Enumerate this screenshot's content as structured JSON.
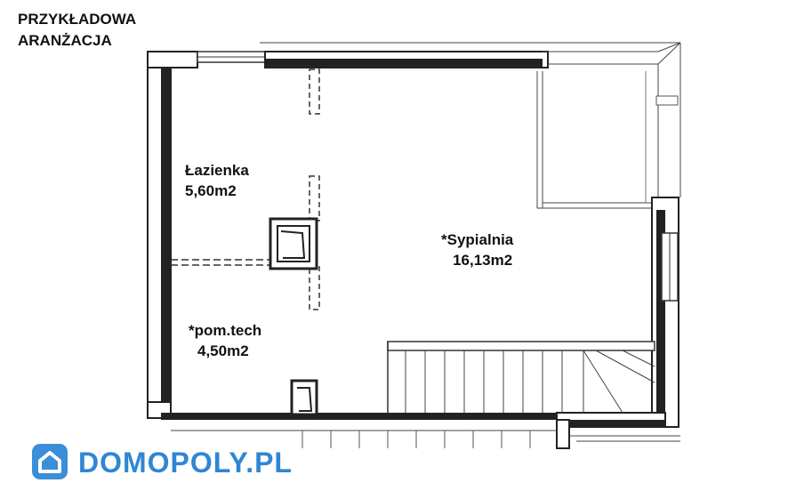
{
  "heading": {
    "line1": "PRZYKŁADOWA",
    "line2": "ARANŻACJA"
  },
  "rooms": [
    {
      "id": "lazienka",
      "name": "Łazienka",
      "area": "5,60m2"
    },
    {
      "id": "sypialnia",
      "name": "*Sypialnia",
      "area": "16,13m2"
    },
    {
      "id": "pom-tech",
      "name": "*pom.tech",
      "area": "4,50m2"
    }
  ],
  "logo": {
    "text": "DOMOPOLY.PL",
    "icon": "house-icon"
  },
  "colors": {
    "wall": "#222222",
    "line": "#333333",
    "brand": "#3b8ed8"
  }
}
